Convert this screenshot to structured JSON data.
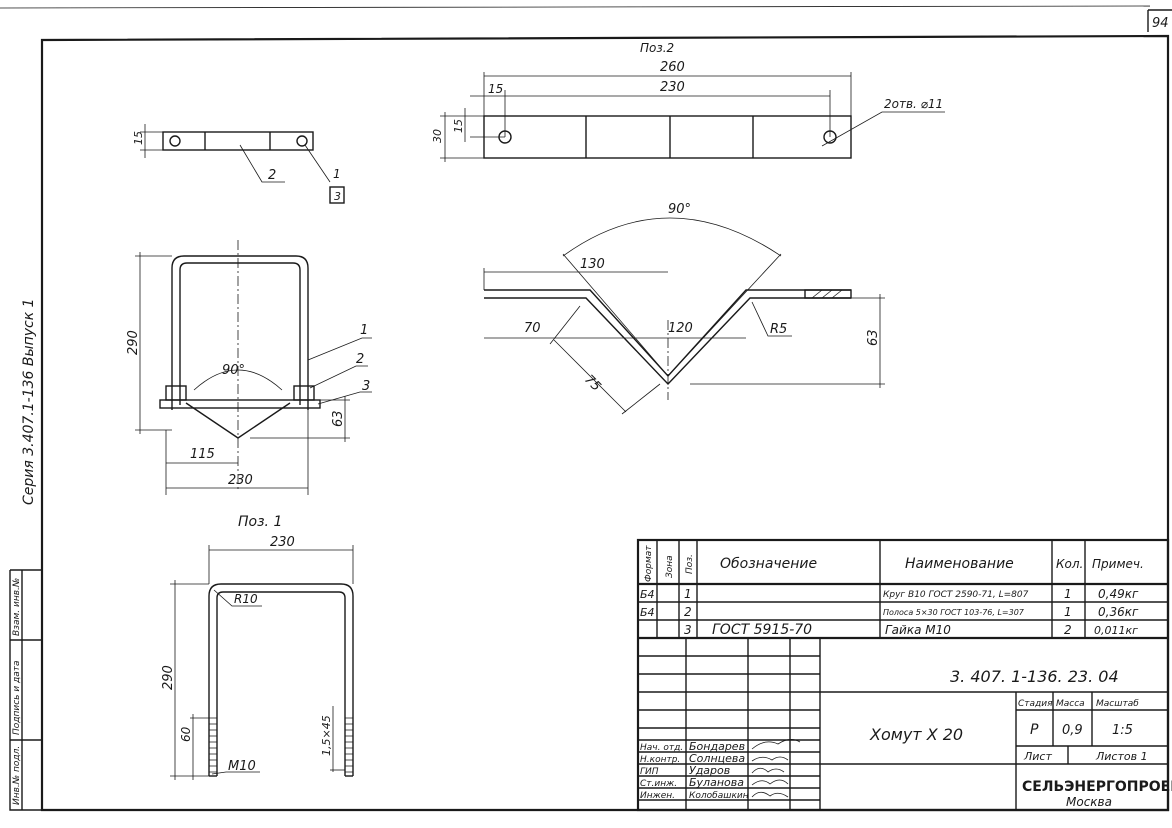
{
  "sheet": {
    "page_number": "94",
    "series": "Серия 3.407.1-136  Выпуск 1"
  },
  "side_stamp": {
    "inv_podl": "Инв.№ подл.",
    "podpis": "Подпись и дата",
    "vzam": "Взам. инв.№"
  },
  "pos2": {
    "title": "Поз.2",
    "dim_total": "260",
    "dim_holes": "230",
    "dim_edge": "15",
    "dim_height": "30",
    "dim_hole_center": "15",
    "hole_note": "2отв. ⌀11"
  },
  "small_view": {
    "dim_15": "15",
    "leader_2": "2",
    "leader_1": "1",
    "leader_3": "3"
  },
  "assembly": {
    "dim_290": "290",
    "angle": "90°",
    "dim_115": "115",
    "dim_230": "230",
    "dim_63": "63",
    "leader_1": "1",
    "leader_2": "2",
    "leader_3": "3"
  },
  "detail_v": {
    "angle": "90°",
    "dim_130": "130",
    "dim_70": "70",
    "dim_120": "120",
    "radius": "R5",
    "dim_75": "75",
    "dim_63": "63"
  },
  "pos1": {
    "title": "Поз. 1",
    "dim_230": "230",
    "radius": "R10",
    "dim_290": "290",
    "dim_60": "60",
    "dim_15x45": "1,5×45",
    "thread": "M10"
  },
  "spec_table": {
    "headers": [
      "Формат",
      "Зона",
      "Поз.",
      "Обозначение",
      "Наименование",
      "Кол.",
      "Примеч."
    ],
    "rows": [
      {
        "format": "Б4",
        "zone": "",
        "pos": "1",
        "designation": "",
        "name": "Круг В10 ГОСТ 2590-71, L=807",
        "qty": "1",
        "note": "0,49кг"
      },
      {
        "format": "Б4",
        "zone": "",
        "pos": "2",
        "designation": "",
        "name": "Полоса 5×30 ГОСТ 103-76, L=307",
        "qty": "1",
        "note": "0,36кг"
      },
      {
        "format": "",
        "zone": "",
        "pos": "3",
        "designation": "ГОСТ 5915-70",
        "name": "Гайка М10",
        "qty": "2",
        "note": "0,011кг"
      }
    ]
  },
  "title_block": {
    "doc_code": "3. 407. 1-136. 23. 04",
    "item_name": "Хомут Х 20",
    "stage_label": "Стадия",
    "mass_label": "Масса",
    "scale_label": "Масштаб",
    "stage": "Р",
    "mass": "0,9",
    "scale": "1:5",
    "sheet_label": "Лист",
    "sheets_label": "Листов 1",
    "org": "СЕЛЬЭНЕРГОПРОЕКТ",
    "city": "Москва",
    "signers": [
      {
        "role": "Нач. отд.",
        "name": "Бондарев"
      },
      {
        "role": "Н.контр.",
        "name": "Солнцева"
      },
      {
        "role": "ГИП",
        "name": "Ударов"
      },
      {
        "role": "Ст.инж.",
        "name": "Буланова"
      },
      {
        "role": "Инжен.",
        "name": "Колобашкин"
      }
    ]
  }
}
